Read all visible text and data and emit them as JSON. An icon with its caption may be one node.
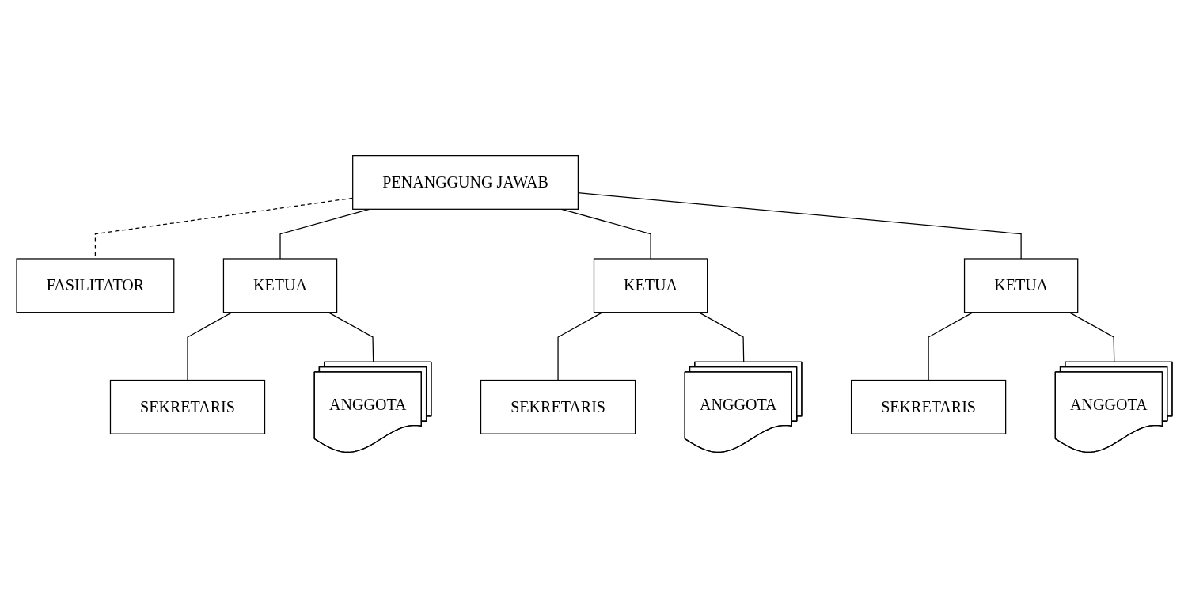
{
  "diagram": {
    "nodes": [
      {
        "text": [
          "PENANGGUNG JAWAB"
        ]
      },
      {
        "text": [
          "FASILITATOR"
        ]
      },
      {
        "text": [
          "KETUA"
        ]
      },
      {
        "text": [
          "KETUA"
        ]
      },
      {
        "text": [
          "KETUA"
        ]
      },
      {
        "text": [
          "SEKRETARIS"
        ]
      },
      {
        "text": [
          "ANGGOTA"
        ]
      },
      {
        "text": [
          "SEKRETARIS"
        ]
      },
      {
        "text": [
          "ANGGOTA"
        ]
      },
      {
        "text": [
          "SEKRETARIS"
        ]
      },
      {
        "text": [
          "ANGGOTA"
        ]
      }
    ],
    "edges": [
      {
        "from": 0,
        "to": 1,
        "arrow": "none",
        "style": "dashed"
      },
      {
        "from": 0,
        "to": 2,
        "arrow": "none"
      },
      {
        "from": 0,
        "to": 3,
        "arrow": "none"
      },
      {
        "from": 0,
        "to": 4,
        "arrow": "none"
      },
      {
        "from": 2,
        "to": 5,
        "arrow": "none"
      },
      {
        "from": 2,
        "to": 6,
        "arrow": "none"
      },
      {
        "from": 3,
        "to": 7,
        "arrow": "none"
      },
      {
        "from": 3,
        "to": 8,
        "arrow": "none"
      },
      {
        "from": 4,
        "to": 9,
        "arrow": "none"
      },
      {
        "from": 4,
        "to": 10,
        "arrow": "none"
      }
    ]
  }
}
